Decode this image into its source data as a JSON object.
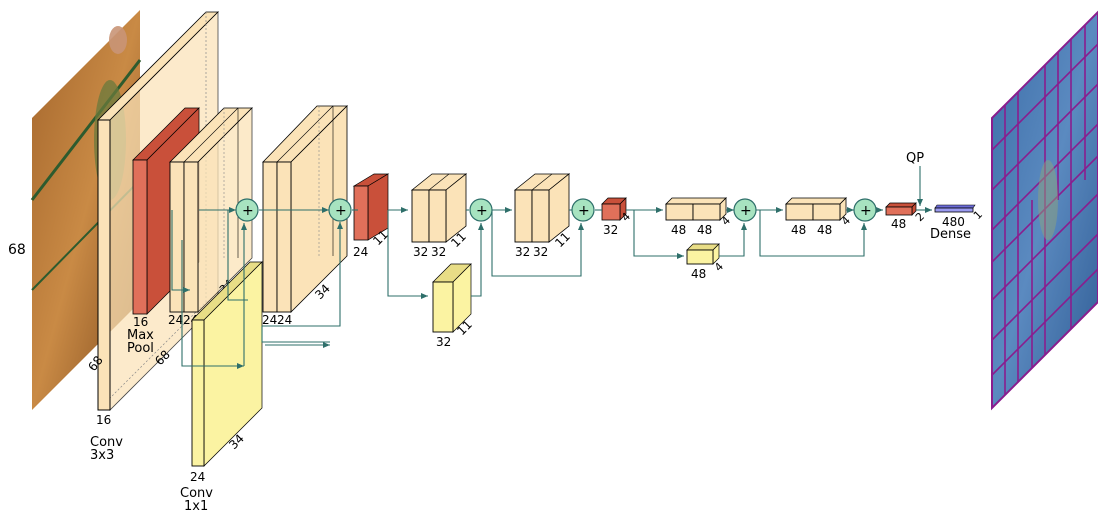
{
  "colors": {
    "conv_face": "#fbe3b8",
    "conv_edge": "#000000",
    "pool_face": "#e0705a",
    "pool_dark": "#c9503a",
    "aux_face": "#fbf3a2",
    "sum_fill": "#a7e3c0",
    "arrow": "#2e6f6a",
    "grid_line": "#8a1d8e"
  },
  "input_image": {
    "side_label": "68",
    "icon": "basketball-frame-image"
  },
  "conv3x3": {
    "title_line1": "Conv",
    "title_line2": "3x3",
    "depth_label": "16",
    "height_label": "68"
  },
  "maxpool": {
    "depth_label": "16",
    "title_line1": "Max",
    "title_line2": "Pool"
  },
  "block1": {
    "depth_label_a": "24",
    "depth_label_b": "24",
    "height_label": "68",
    "small_label": "34"
  },
  "conv1x1": {
    "title_line1": "Conv",
    "title_line2": "1x1",
    "depth_label": "24",
    "height_label": "34"
  },
  "block2": {
    "depth_label_a": "24",
    "depth_label_b": "24",
    "height_label": "34"
  },
  "pool2": {
    "depth_label": "24",
    "height_label": "11"
  },
  "block3": {
    "depth_label_a": "32",
    "depth_label_b": "32",
    "height_label": "11"
  },
  "aux3": {
    "depth_label": "32",
    "height_label": "11"
  },
  "block4": {
    "depth_label_a": "32",
    "depth_label_b": "32",
    "height_label": "11"
  },
  "pool3": {
    "depth_label": "32",
    "height_label": "4"
  },
  "block5": {
    "depth_label_a": "48",
    "depth_label_b": "48",
    "height_label": "4"
  },
  "aux5": {
    "depth_label": "48",
    "height_label": "4"
  },
  "block6": {
    "depth_label_a": "48",
    "depth_label_b": "48",
    "height_label": "4"
  },
  "pool4": {
    "depth_label": "48",
    "height_label": "2"
  },
  "qp": {
    "label": "QP"
  },
  "dense": {
    "label": "Dense",
    "depth_label": "480",
    "height_label": "1"
  },
  "sum_symbol": "+",
  "output_image": {
    "icon": "partition-grid-image"
  }
}
